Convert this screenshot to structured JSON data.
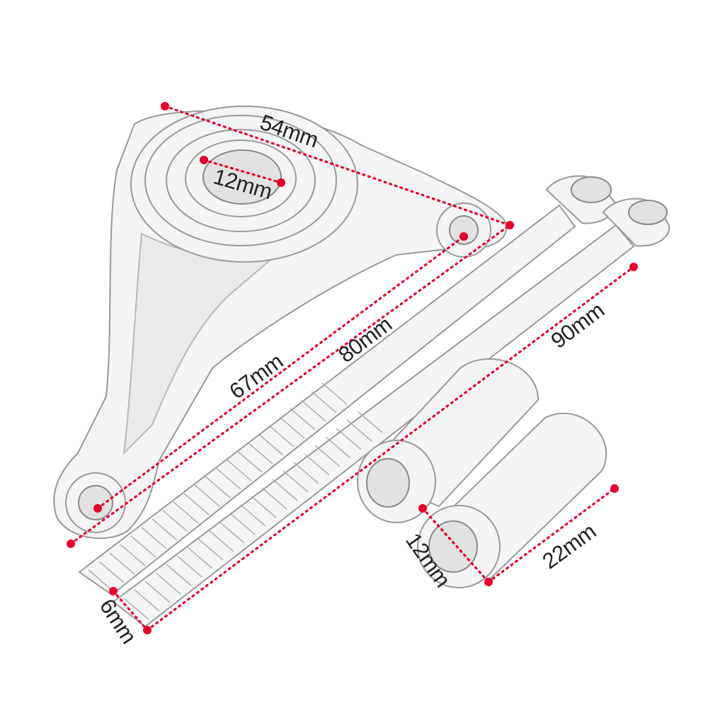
{
  "colors": {
    "dimension": "#e4002b",
    "outline": "#9a9a9a",
    "background": "#ffffff"
  },
  "dimensions": {
    "bracket_width": "54mm",
    "bearing_bore": "12mm",
    "bracket_length": "67mm",
    "bolt_short": "80mm",
    "bolt_long": "90mm",
    "bolt_diameter": "6mm",
    "spacer_diameter": "12mm",
    "spacer_length": "22mm"
  }
}
